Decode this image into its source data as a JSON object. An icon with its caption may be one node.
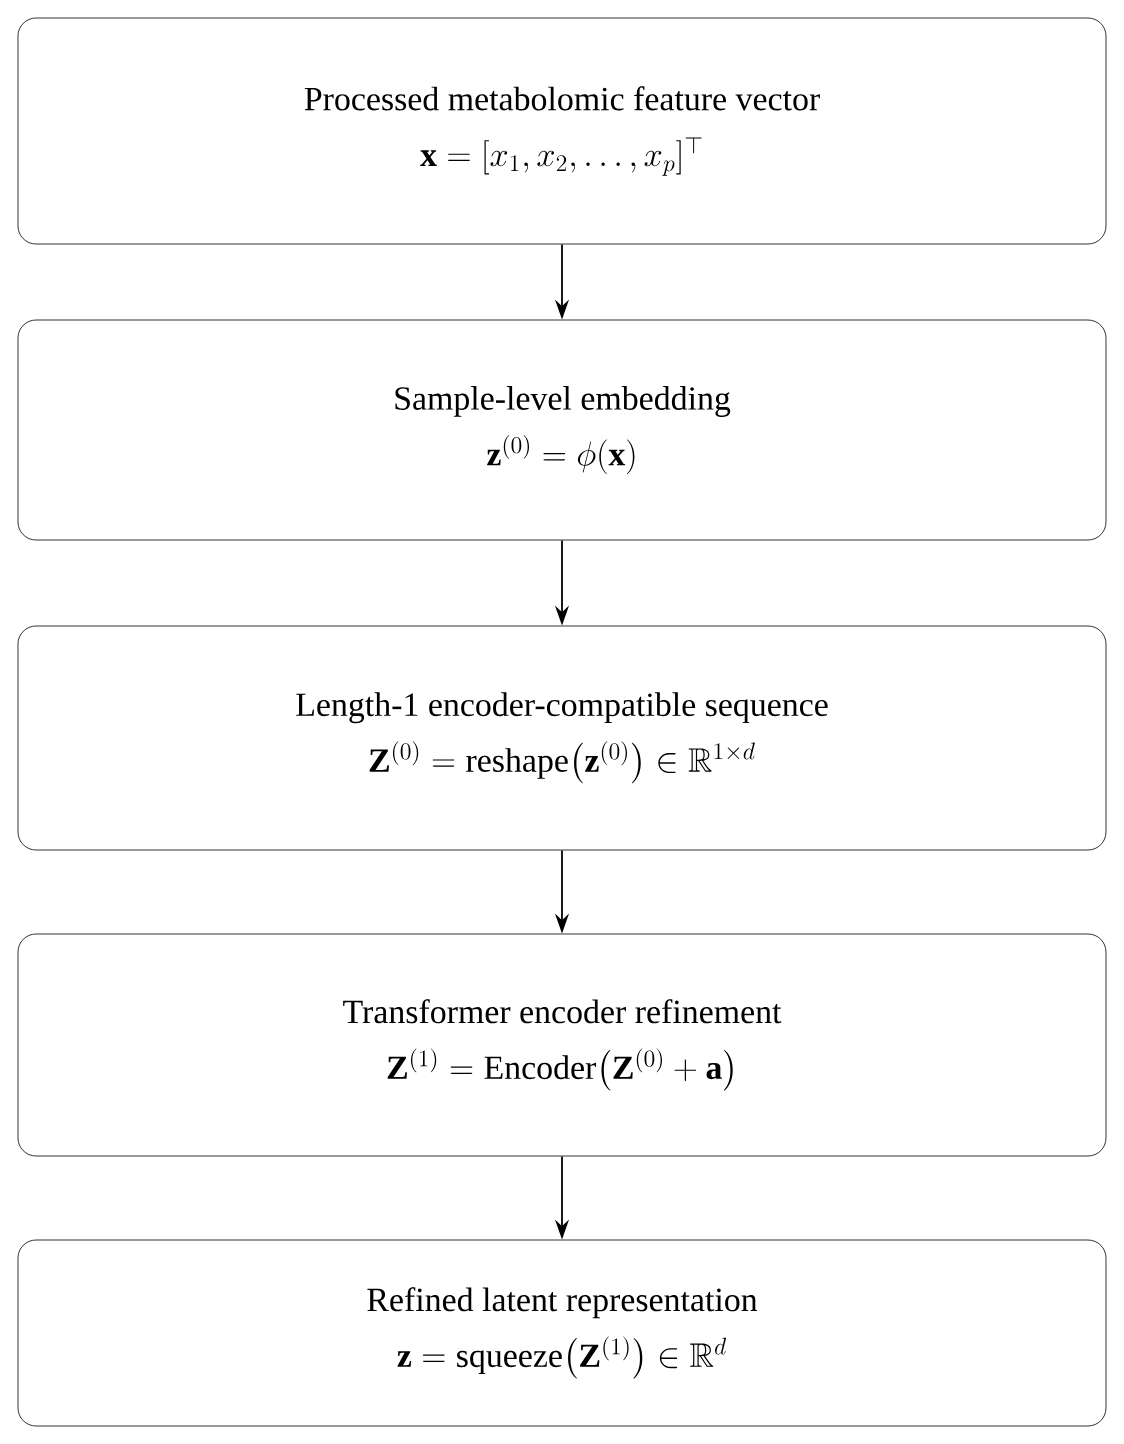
{
  "diagram": {
    "nodes": [
      {
        "text": [
          "Processed metabolomic feature vector",
          "\\mathbf{x} = [x_1, x_2, \\ldots, x_p]^{\\top}"
        ]
      },
      {
        "text": [
          "Sample-level embedding",
          "\\mathbf{z}^{(0)} = \\phi(\\mathbf{x})"
        ]
      },
      {
        "text": [
          "Length-1 encoder-compatible sequence",
          "\\mathbf{Z}^{(0)} = \\mathrm{reshape}\\bigl(\\mathbf{z}^{(0)}\\bigr) \\in \\mathbb{R}^{1\\times d}"
        ]
      },
      {
        "text": [
          "Transformer encoder refinement",
          "\\mathbf{Z}^{(1)} = \\mathrm{Encoder}\\bigl(\\mathbf{Z}^{(0)} + \\mathbf{a}\\bigr)"
        ]
      },
      {
        "text": [
          "Refined latent representation",
          "\\mathbf{z} = \\mathrm{squeeze}\\bigl(\\mathbf{Z}^{(1)}\\bigr) \\in \\mathbb{R}^{d}"
        ]
      }
    ],
    "edges": [
      {
        "from": 0,
        "to": 1,
        "arrow": "to"
      },
      {
        "from": 1,
        "to": 2,
        "arrow": "to"
      },
      {
        "from": 2,
        "to": 3,
        "arrow": "to"
      },
      {
        "from": 3,
        "to": 4,
        "arrow": "to"
      }
    ]
  }
}
